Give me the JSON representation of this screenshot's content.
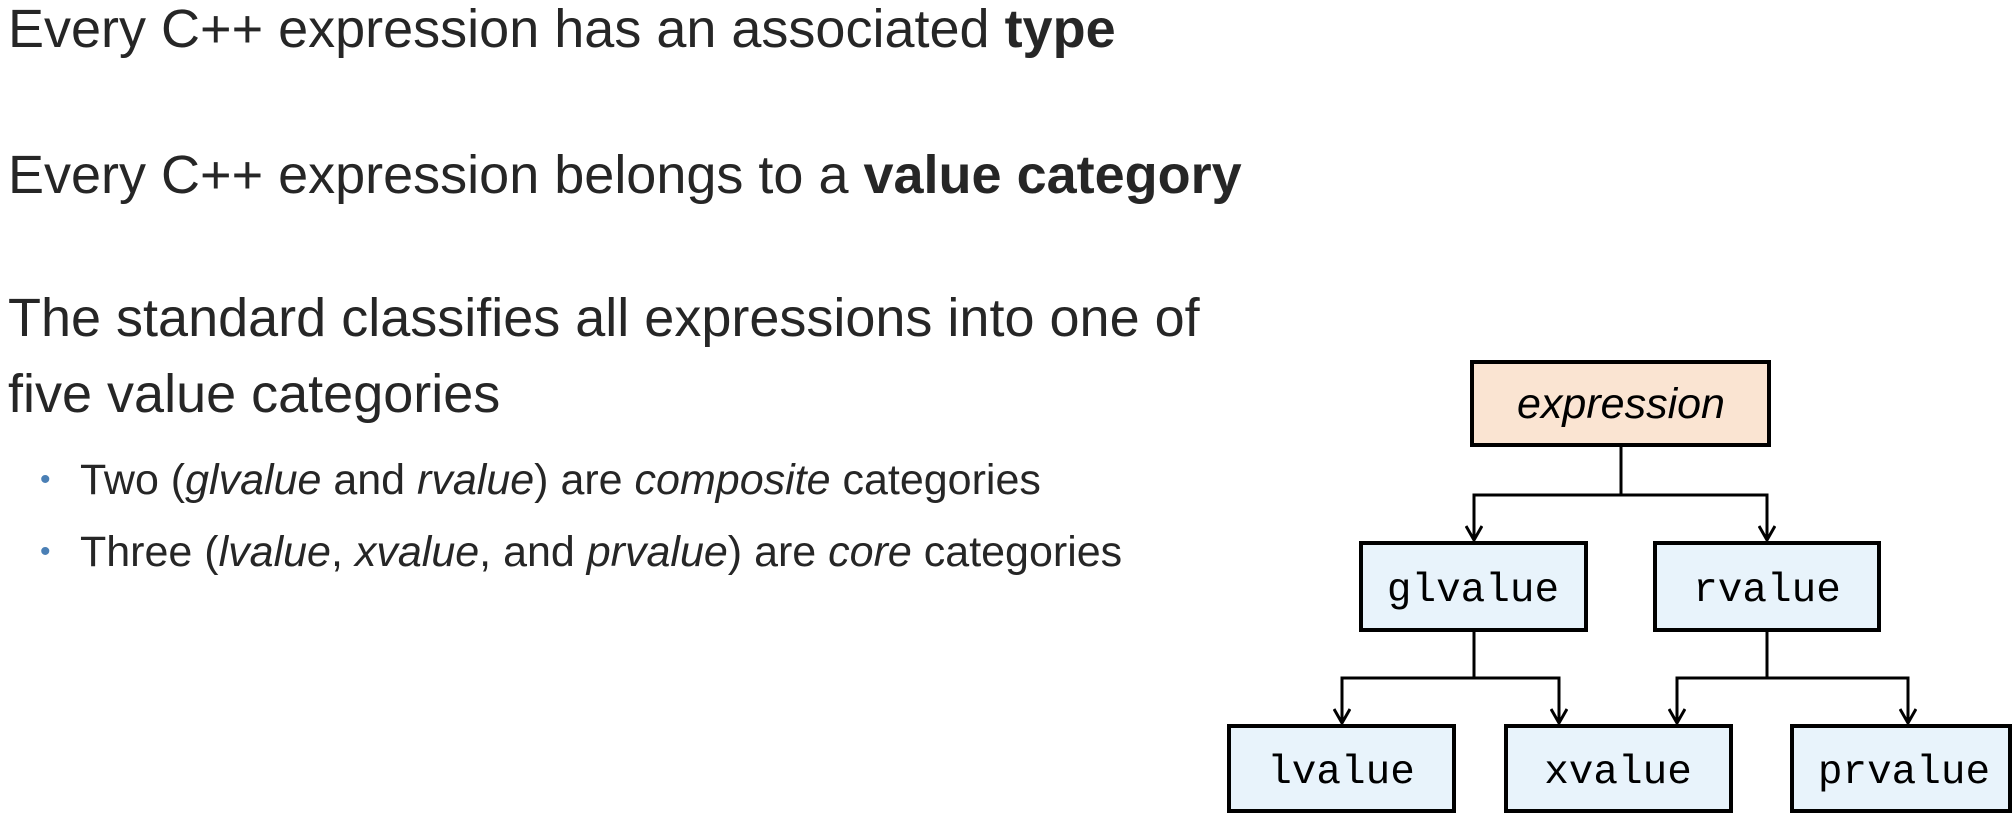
{
  "paragraphs": {
    "p1": {
      "prefix": "Every C++ expression has an associated ",
      "bold": "type"
    },
    "p2": {
      "prefix": "Every C++ expression belongs to a ",
      "bold": "value category"
    },
    "p3": {
      "line1": "The standard classifies all expressions into one of",
      "line2": "five value categories"
    }
  },
  "bullets": [
    {
      "marker": "•",
      "t1": "Two (",
      "i1": "glvalue",
      "t2": " and ",
      "i2": "rvalue",
      "t3": ") are ",
      "i3": "composite",
      "t4": " categories"
    },
    {
      "marker": "•",
      "t1": "Three (",
      "i1": "lvalue",
      "t2": ", ",
      "i2": "xvalue",
      "t3": ", and ",
      "i3": "prvalue",
      "t4": ") are ",
      "i4": "core",
      "t5": " categories"
    }
  ],
  "diagram": {
    "root": {
      "label": "expression",
      "fill": "#fae4d2"
    },
    "composite": [
      {
        "label": "glvalue",
        "fill": "#e8f3fb"
      },
      {
        "label": "rvalue",
        "fill": "#e8f3fb"
      }
    ],
    "core": [
      {
        "label": "lvalue",
        "fill": "#e8f3fb"
      },
      {
        "label": "xvalue",
        "fill": "#e8f3fb"
      },
      {
        "label": "prvalue",
        "fill": "#e8f3fb"
      }
    ]
  },
  "colors": {
    "text": "#262626",
    "bullet_marker": "#4a7fb5",
    "root_fill": "#fae4d2",
    "node_fill": "#e8f3fb",
    "stroke": "#000000"
  }
}
